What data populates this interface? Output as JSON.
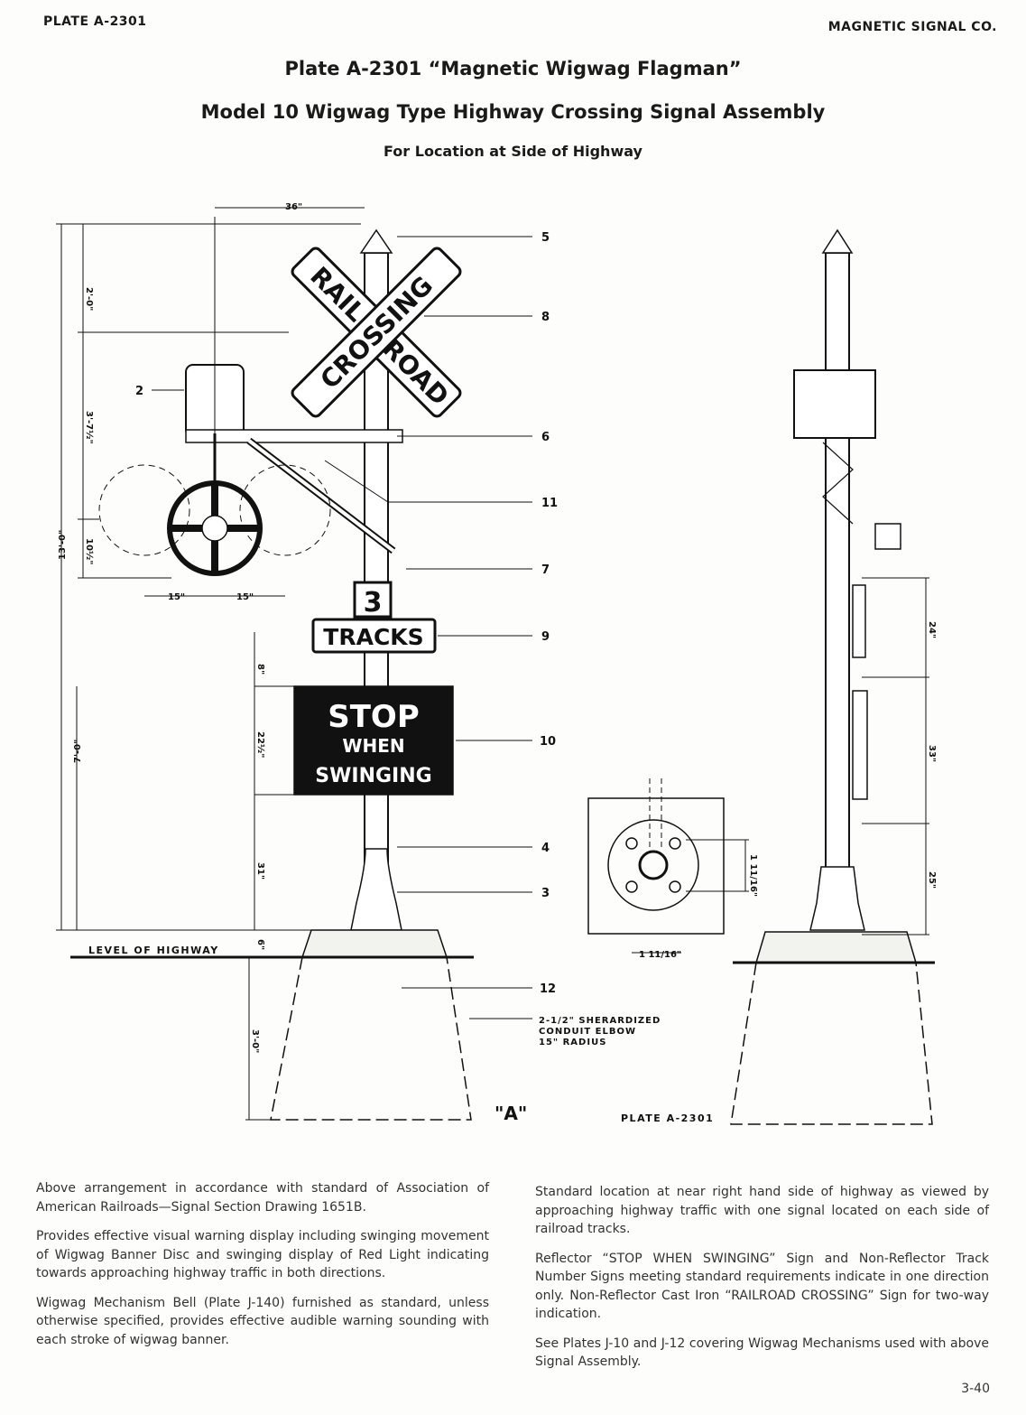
{
  "header": {
    "plate": "PLATE A-2301",
    "company": "MAGNETIC SIGNAL CO."
  },
  "titles": {
    "main": "Plate A-2301 “Magnetic Wigwag Flagman”",
    "sub": "Model 10 Wigwag Type Highway Crossing Signal Assembly",
    "location": "For Location at Side of Highway"
  },
  "drawing": {
    "signs": {
      "crossbuck_1": "RAIL",
      "crossbuck_2": "ROAD",
      "crossbuck_3": "CROSSING",
      "track_number": "3",
      "tracks": "TRACKS",
      "stop_1": "STOP",
      "stop_2": "WHEN",
      "stop_3": "SWINGING"
    },
    "dimensions": {
      "width_36": "36\"",
      "d_2_0": "2'-0\"",
      "d_3_7": "3'-7½\"",
      "d_10": "10½\"",
      "d_13_0": "13'-0\"",
      "d_15a": "15\"",
      "d_15b": "15\"",
      "d_8": "8\"",
      "d_22": "22½\"",
      "d_31": "31\"",
      "d_7_0": "7'-0\"",
      "d_6": "6\"",
      "d_3_0": "3'-0\"",
      "r_24": "24\"",
      "r_33": "33\"",
      "r_25": "25\"",
      "base_a": "1 11/16\"",
      "base_b": "1 11/16\""
    },
    "level_label": "LEVEL OF HIGHWAY",
    "callouts": [
      "5",
      "8",
      "2",
      "6",
      "11",
      "7",
      "9",
      "10",
      "4",
      "3",
      "12"
    ],
    "conduit_note": [
      "2-1/2\" SHERARDIZED",
      "CONDUIT ELBOW",
      "15\" RADIUS"
    ],
    "view_label": "\"A\"",
    "plate_label": "PLATE A-2301"
  },
  "text": {
    "left": [
      "Above arrangement in accordance with standard of Association of American Railroads—Signal Section Drawing 1651B.",
      "Provides effective visual warning display including swinging movement of Wigwag Banner Disc and swinging display of Red Light indicating towards approaching highway traffic in both directions.",
      "Wigwag Mechanism Bell (Plate J-140) furnished as standard, unless otherwise specified, provides effective audible warning sounding with each stroke of wigwag banner."
    ],
    "right": [
      "Standard location at near right hand side of highway as viewed by approaching highway traffic with one signal located on each side of railroad tracks.",
      "Reflector “STOP WHEN SWINGING” Sign and Non-Reflector Track Number Signs meeting standard requirements indicate in one direction only. Non-Reflector Cast Iron “RAILROAD CROSSING” Sign for two-way indication.",
      "See Plates J-10 and J-12 covering Wigwag Mechanisms used with above Signal Assembly."
    ]
  },
  "page_number": "3-40"
}
